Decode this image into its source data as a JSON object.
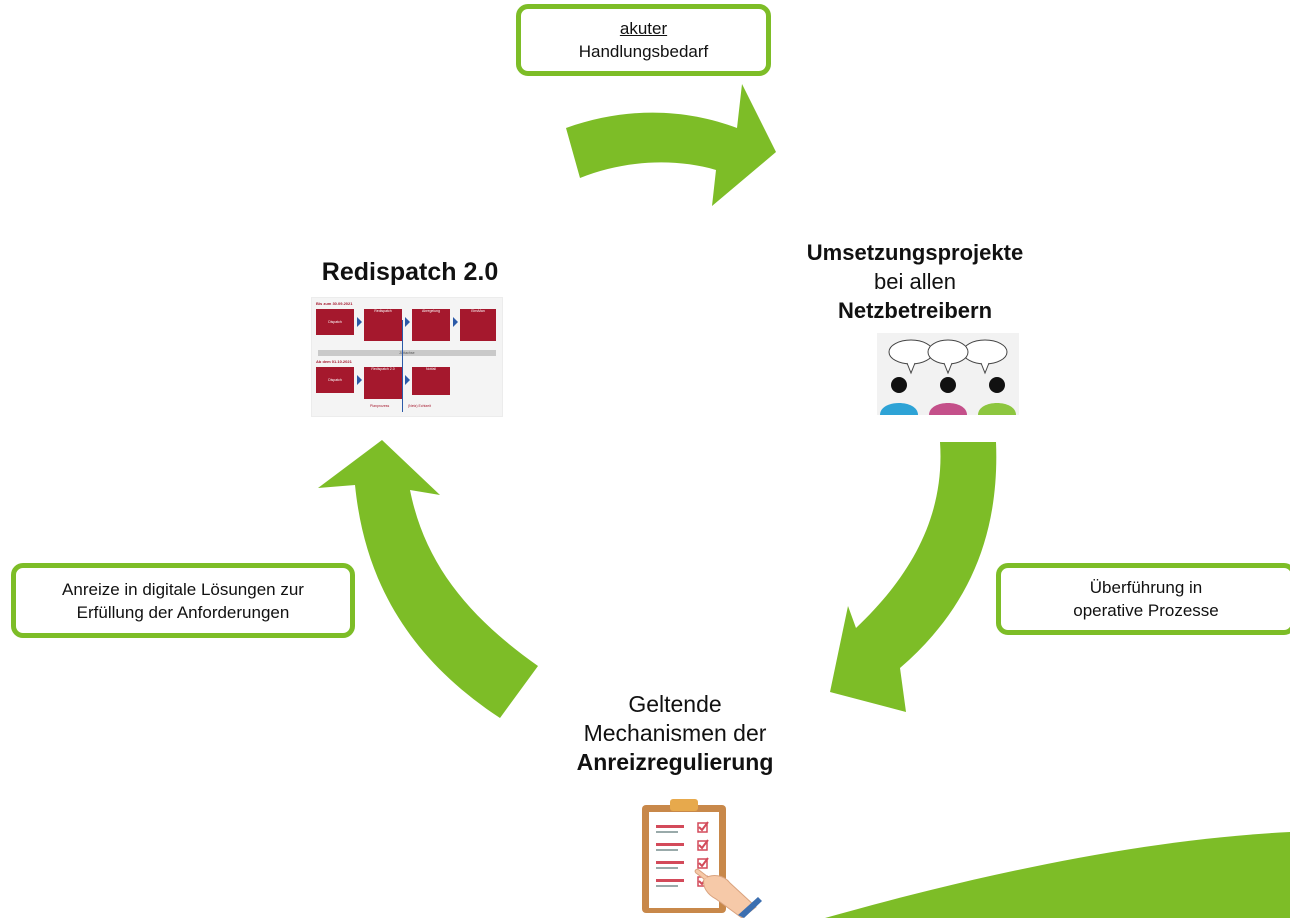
{
  "callouts": {
    "top_line1": "akuter",
    "top_line2": "Handlungsbedarf",
    "right_line1": "Überführung in",
    "right_line2": "operative Prozesse",
    "left_line1": "Anreize in digitale Lösungen zur",
    "left_line2": "Erfüllung der Anforderungen"
  },
  "nodes": {
    "redispatch_title": "Redispatch 2.0",
    "umsetzung_line1": "Umsetzungsprojekte",
    "umsetzung_line2": "bei allen",
    "umsetzung_line3": "Netzbetreibern",
    "geltende_line1": "Geltende",
    "geltende_line2": "Mechanismen der",
    "geltende_line3": "Anreizregulierung"
  },
  "colors": {
    "arrow_green": "#7dbd27",
    "callout_border": "#7dbd27",
    "chart_red": "#a5182d",
    "chart_blue": "#2b5aa8"
  },
  "icons": {
    "people": "people-speech-bubbles-icon",
    "clipboard": "clipboard-checklist-icon"
  }
}
